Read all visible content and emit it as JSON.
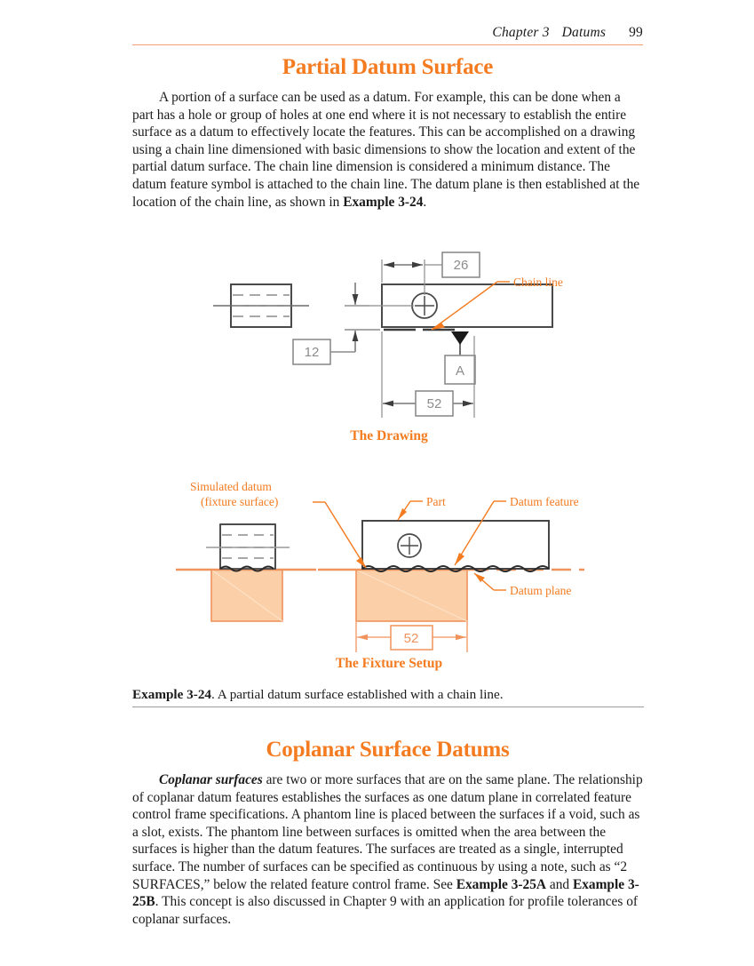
{
  "header": {
    "chapter": "Chapter 3",
    "section": "Datums",
    "page_number": "99",
    "rule_color": "#f0a072"
  },
  "colors": {
    "accent_orange": "#f47b20",
    "figure_line_orange": "#f0935c",
    "figure_fill_peach": "#fbcfa8",
    "dim_gray": "#8c8c8c",
    "part_line": "#3d3d3d",
    "body_text": "#1a1a1a"
  },
  "section1": {
    "title": "Partial Datum Surface",
    "paragraph": "A portion of a surface can be used as a datum. For example, this can be done when a part has a hole or group of holes at one end where it is not necessary to establish the entire surface as a datum to effectively locate the features. This can be accomplished on a drawing using a chain line dimensioned with basic dimensions to show the location and extent of the partial datum surface. The chain line dimension is considered a minimum distance. The datum feature symbol is attached to the chain line. The datum plane is then established at the location of the chain line, as shown in ",
    "paragraph_bold_tail": "Example 3-24",
    "paragraph_end": "."
  },
  "figure_drawing": {
    "caption": "The Drawing",
    "dim_26": "26",
    "dim_12": "12",
    "dim_52": "52",
    "datum_letter": "A",
    "callout_chain_line": "Chain line"
  },
  "figure_fixture": {
    "caption": "The Fixture Setup",
    "dim_52": "52",
    "label_simulated_datum_line1": "Simulated datum",
    "label_simulated_datum_line2": "(fixture surface)",
    "label_part": "Part",
    "label_datum_feature": "Datum feature",
    "label_datum_plane": "Datum plane"
  },
  "example_caption": {
    "bold_label": "Example 3-24",
    "text": ". A partial datum surface established with a chain line."
  },
  "section2": {
    "title": "Coplanar Surface Datums",
    "lead_bold_italic": "Coplanar surfaces",
    "paragraph_part1": " are two or more surfaces that are on the same plane. The relationship of coplanar datum features establishes the surfaces as one datum plane in correlated feature control frame specifications. A phantom line is placed between the surfaces if a void, such as a slot, exists. The phantom line between surfaces is omitted when the area between the surfaces is higher than the datum features. The surfaces are treated as a single, interrupted surface. The number of surfaces can be specified as continuous by using a note, such as “2 SURFACES,” below the related feature control frame. See ",
    "example_a": "Example 3-25A",
    "conjunction": " and ",
    "example_b": "Example 3-25B",
    "paragraph_part2": ". This concept is also discussed in Chapter 9 with an application for profile tolerances of coplanar surfaces."
  }
}
